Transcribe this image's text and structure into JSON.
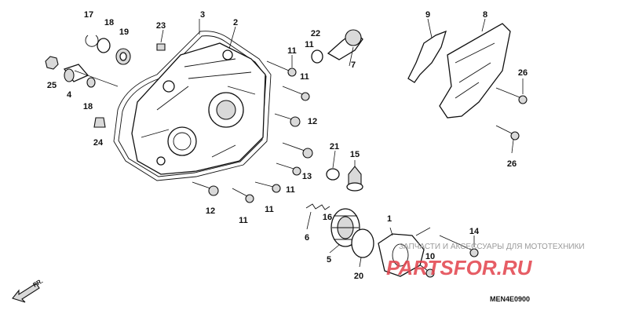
{
  "diagram": {
    "part_labels": [
      "1",
      "2",
      "3",
      "4",
      "5",
      "6",
      "7",
      "8",
      "9",
      "10",
      "11",
      "11",
      "11",
      "11",
      "11",
      "11",
      "12",
      "12",
      "13",
      "14",
      "15",
      "16",
      "17",
      "18",
      "18",
      "19",
      "20",
      "21",
      "22",
      "23",
      "24",
      "25",
      "26",
      "26"
    ],
    "direction_label": "FR.",
    "diagram_code": "MEN4E0900",
    "watermark_small": "ЗАПЧАСТИ И АКСЕССУАРЫ ДЛЯ МОТОТЕХНИКИ",
    "watermark_logo": "PARTSFOR.RU",
    "colors": {
      "line": "#111111",
      "watermark_logo": "#e2414b",
      "watermark_text": "#9a9a9a"
    }
  }
}
